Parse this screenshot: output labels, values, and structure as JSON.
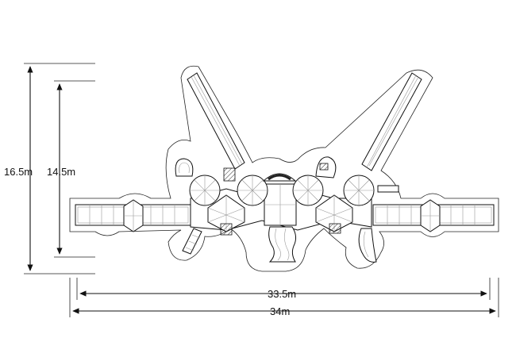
{
  "dimensions": {
    "overall_height": "16.5m",
    "inner_height": "14.5m",
    "inner_width": "33.5m",
    "overall_width": "34m"
  }
}
